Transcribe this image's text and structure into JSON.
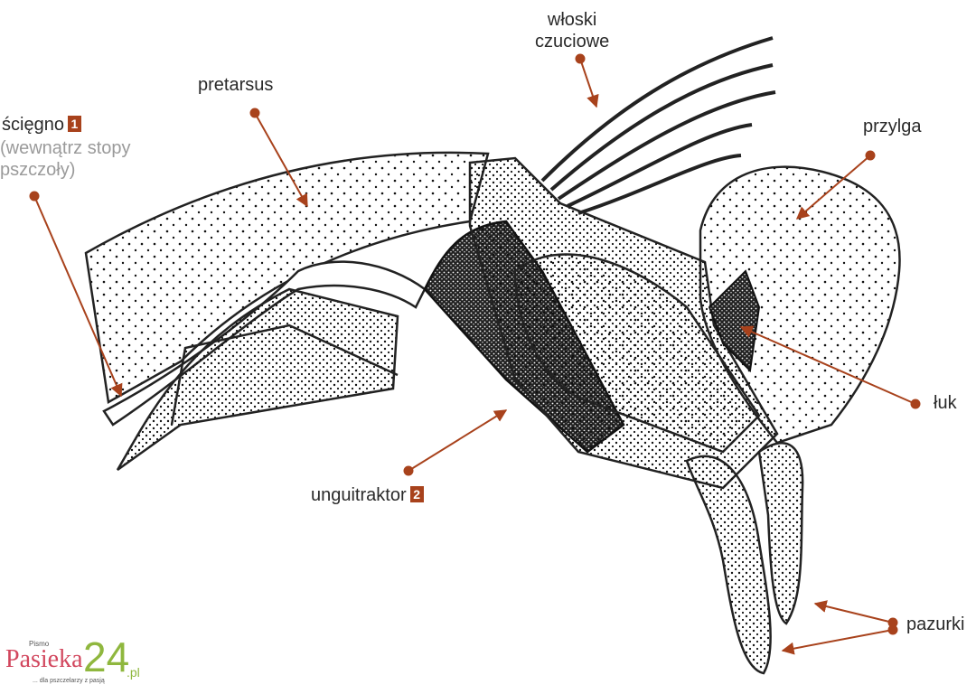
{
  "diagram": {
    "subject": "Bee foot (pretarsus) anatomy",
    "accent_color": "#a8421c",
    "labels": [
      {
        "id": "wloski",
        "text_line1": "włoski",
        "text_line2": "czuciowe"
      },
      {
        "id": "pretarsus",
        "text": "pretarsus"
      },
      {
        "id": "sciegno",
        "text": "ścięgno",
        "badge": "1",
        "note_line1": "(wewnątrz stopy",
        "note_line2": "pszczoły)"
      },
      {
        "id": "przylga",
        "text": "przylga"
      },
      {
        "id": "luk",
        "text": "łuk"
      },
      {
        "id": "unguitraktor",
        "text": "unguitraktor",
        "badge": "2"
      },
      {
        "id": "pazurki",
        "text": "pazurki"
      }
    ]
  },
  "logo": {
    "pismo": "Pismo",
    "name": "Pasieka",
    "number": "24",
    "domain": ".pl",
    "tagline": "... dla pszczelarzy z pasją"
  }
}
